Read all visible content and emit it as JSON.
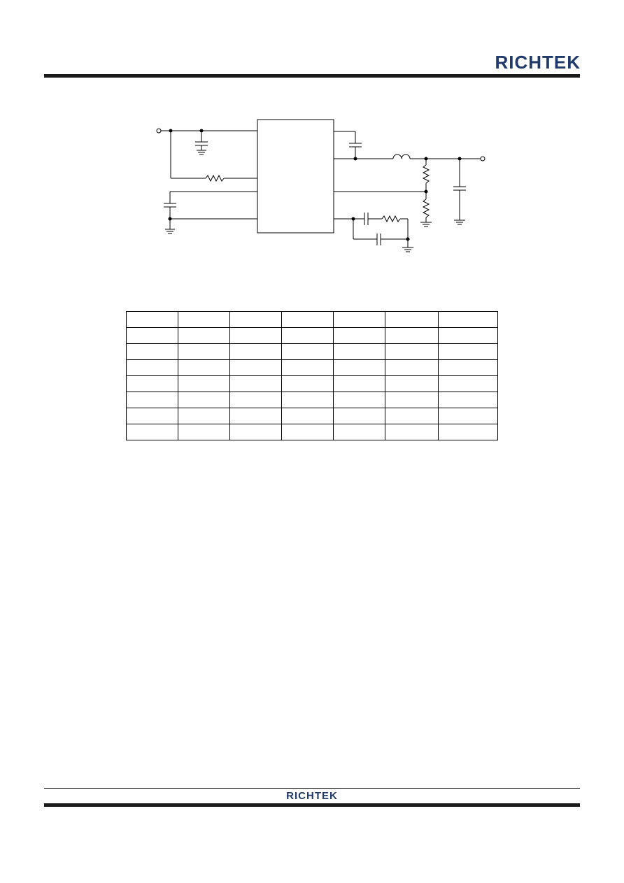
{
  "header": {
    "logo_text": "RICHTEK",
    "brand_color": "#1f3a6b"
  },
  "footer": {
    "logo_text": "RICHTEK"
  },
  "bom_table": {
    "rows": 8,
    "columns": 7
  }
}
